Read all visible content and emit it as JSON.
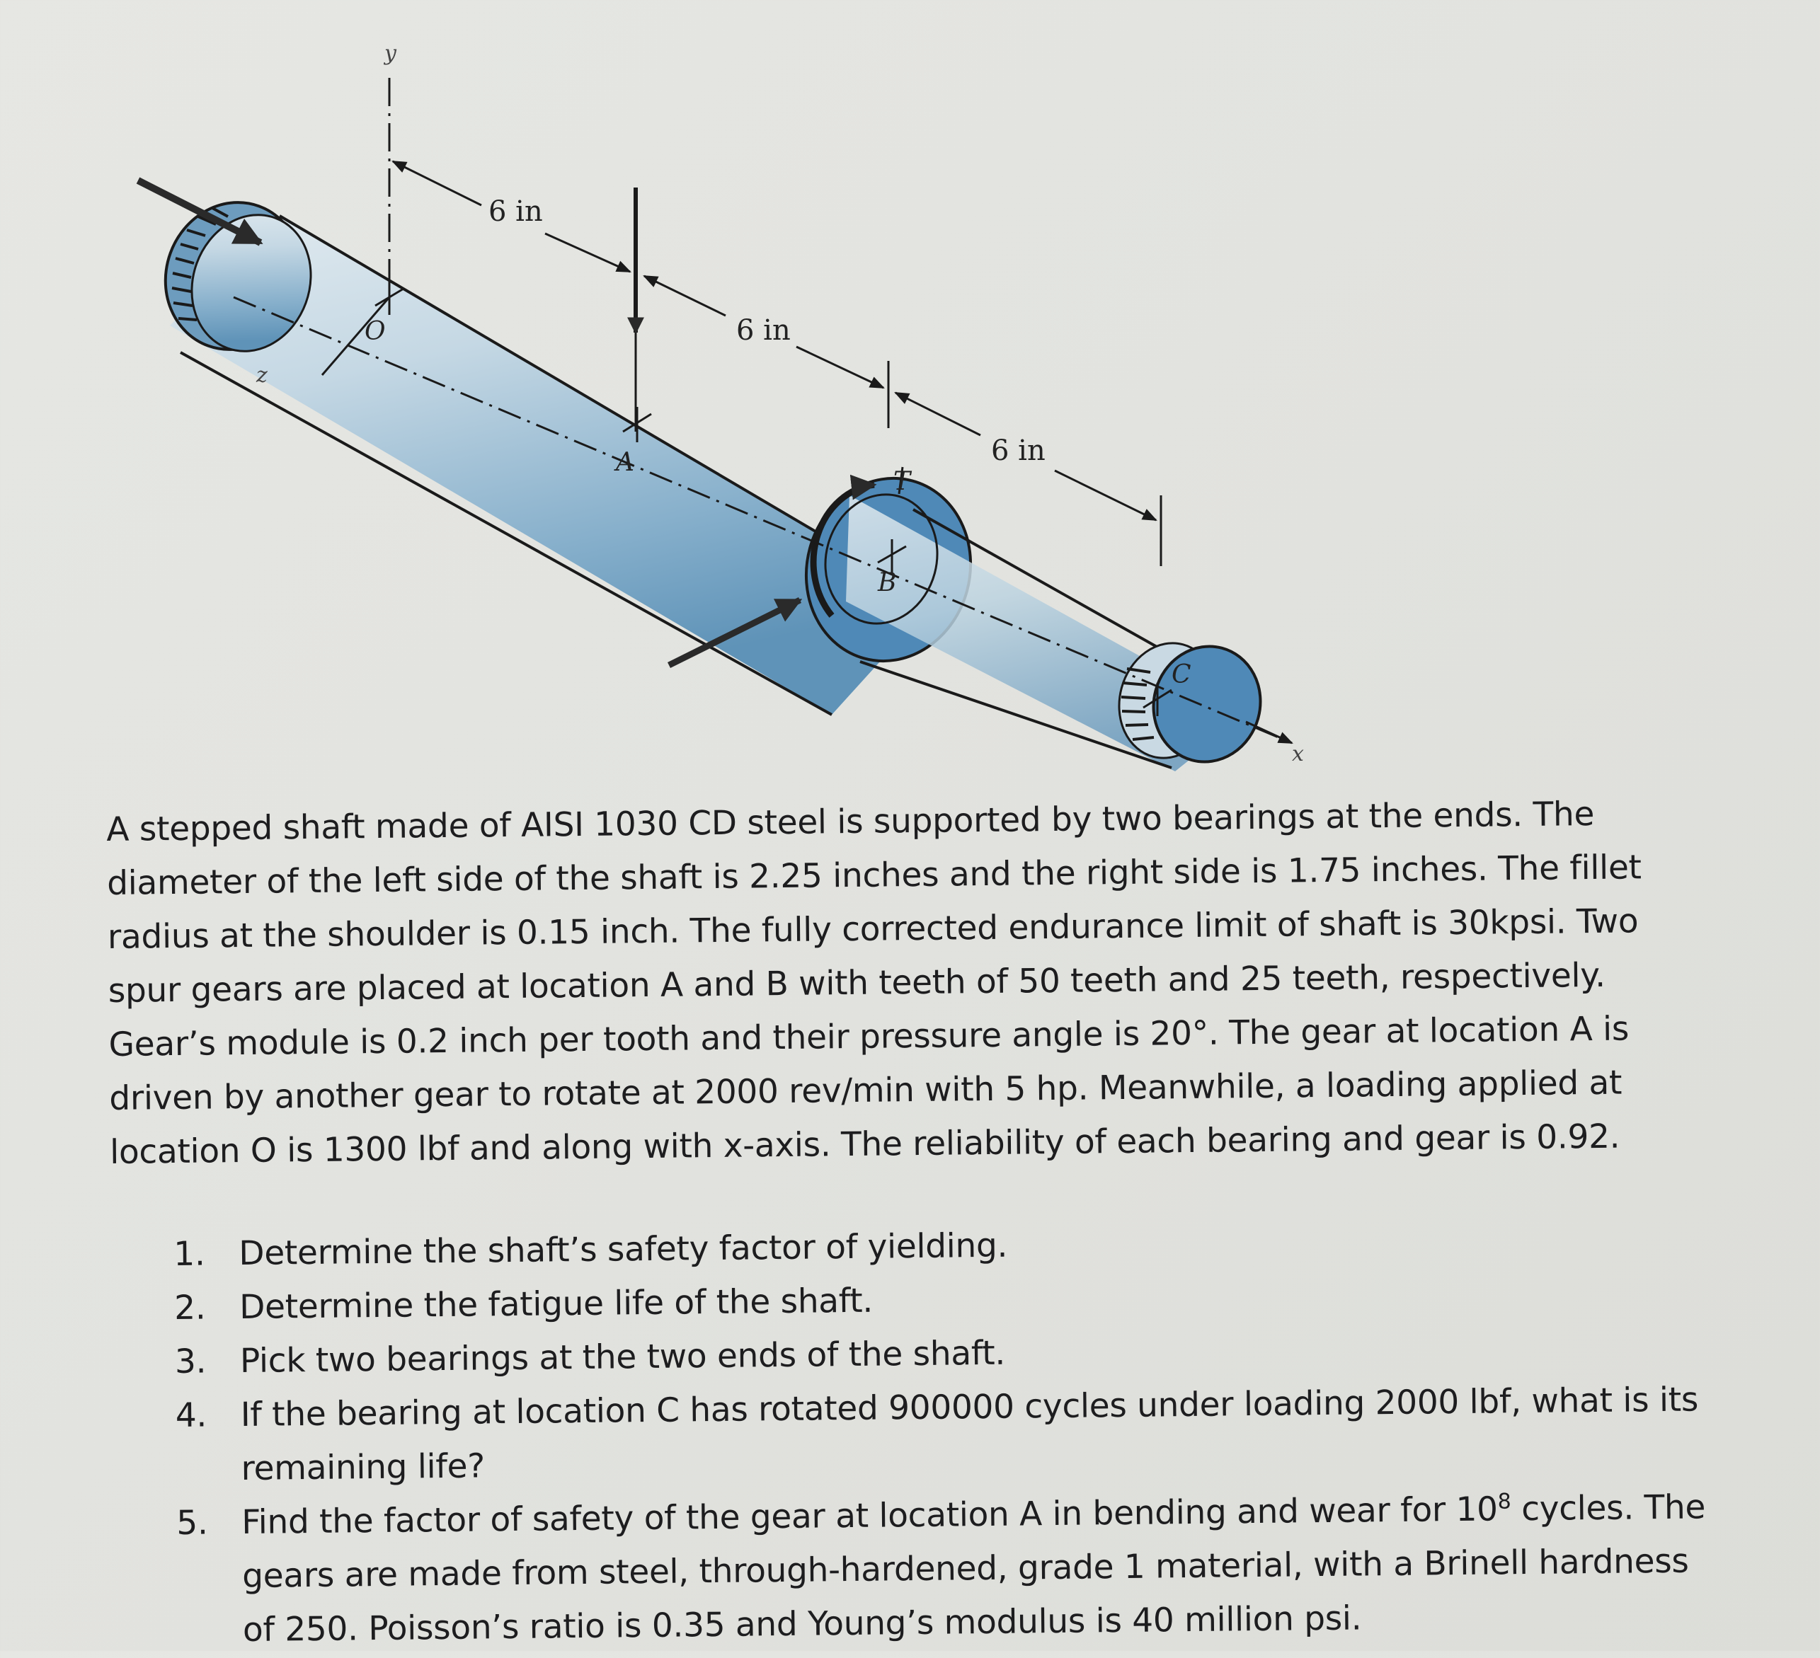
{
  "diagram": {
    "labels": {
      "y_axis": "y",
      "z_axis": "z",
      "x_axis": "x",
      "point_O": "O",
      "point_A": "A",
      "point_B": "B",
      "point_C": "C",
      "torque_T": "T",
      "dim_OA": "6 in",
      "dim_AB": "6 in",
      "dim_BC": "6 in"
    },
    "colors": {
      "shaft_light": "#d6e3ea",
      "shaft_mid": "#9fc0d4",
      "shaft_dark": "#5c8fb3",
      "end_face": "#4d86b4",
      "line": "#1a1a1a"
    }
  },
  "problem": {
    "paragraph": "A stepped shaft made of AISI 1030 CD steel is supported by two bearings at the ends. The diameter of the left side of the shaft is 2.25 inches and the right side is 1.75 inches. The fillet radius at the shoulder is 0.15 inch. The fully corrected endurance limit of shaft is 30kpsi. Two spur gears are placed at location A and B with teeth of 50 teeth and 25 teeth, respectively. Gear’s module is 0.2 inch per tooth and their pressure angle is 20°. The gear at location A is driven by another gear to rotate at 2000 rev/min with 5 hp. Meanwhile, a loading applied at location O is 1300 lbf and along with x-axis. The reliability of each bearing and gear is 0.92.",
    "lines": [
      "A stepped shaft made of AISI 1030 CD steel is supported by two bearings at the ends. The",
      "diameter of the left side of the shaft is 2.25 inches and the right side is 1.75 inches. The fillet",
      "radius at the shoulder is 0.15 inch. The fully corrected endurance limit of shaft is 30kpsi. Two",
      "spur gears are placed at location A and B with teeth of 50 teeth and 25 teeth, respectively.",
      "Gear’s module is 0.2 inch per tooth and their pressure angle is 20°. The gear at location A is",
      "driven by another gear to rotate at 2000 rev/min with 5 hp. Meanwhile, a loading applied at",
      "location O is 1300 lbf and along with x-axis. The reliability of each bearing and gear is 0.92."
    ],
    "given": {
      "material": "AISI 1030 CD steel",
      "left_diameter_in": 2.25,
      "right_diameter_in": 1.75,
      "fillet_radius_in": 0.15,
      "endurance_limit_kpsi": 30,
      "gear_A_teeth": 50,
      "gear_B_teeth": 25,
      "module_in_per_tooth": 0.2,
      "pressure_angle_deg": 20,
      "speed_rev_per_min": 2000,
      "power_hp": 5,
      "load_O_lbf": 1300,
      "reliability": 0.92
    }
  },
  "questions": [
    {
      "num": "1.",
      "text": "Determine the shaft’s safety factor of yielding."
    },
    {
      "num": "2.",
      "text": "Determine the fatigue life of the shaft."
    },
    {
      "num": "3.",
      "text": "Pick two bearings at the two ends of the shaft."
    },
    {
      "num": "4.",
      "text": "If the bearing at location C has rotated 900000 cycles under loading 2000 lbf, what is its remaining life?"
    },
    {
      "num": "5.",
      "text_before_sup": "Find the factor of safety of the gear at location A in bending and wear for 10",
      "sup": "8",
      "text_after_sup": " cycles.  The gears are made from steel, through-hardened, grade 1 material, with a Brinell hardness of 250. Poisson’s ratio is 0.35 and Young’s modulus is 40 million psi."
    }
  ]
}
